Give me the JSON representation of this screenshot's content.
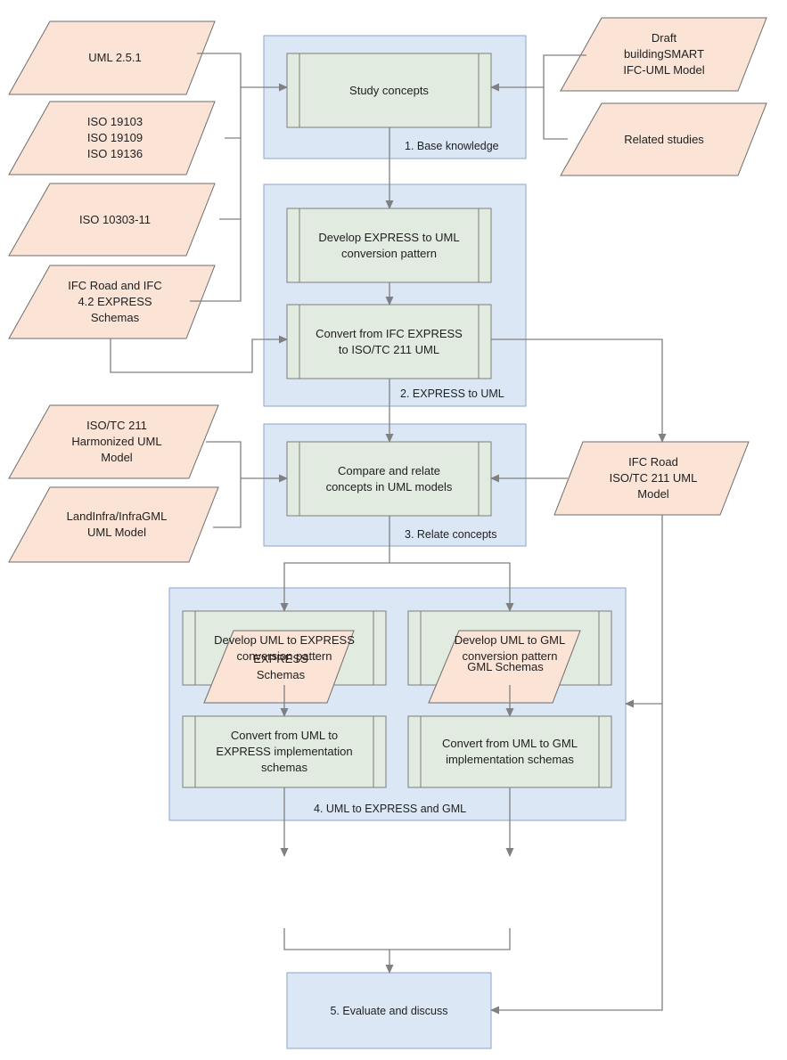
{
  "colors": {
    "input_fill": "#fbe3d6",
    "input_stroke": "#6e6e6e",
    "stage_fill": "#dbe7f5",
    "stage_stroke": "#8ea6c7",
    "process_fill": "#e2ebe0",
    "process_stroke": "#7e7e7e",
    "arrow": "#808080"
  },
  "inputs": {
    "uml": "UML 2.5.1",
    "iso_19103": "ISO 19103\nISO 19109\nISO 19136",
    "iso_10303": "ISO 10303-11",
    "ifc_express": "IFC Road and IFC\n4.2 EXPRESS\nSchemas",
    "draft_ifc_uml": "Draft\nbuildingSMART\nIFC-UML Model",
    "related_studies": "Related studies",
    "iso_tc211_harmonized": "ISO/TC 211\nHarmonized UML\nModel",
    "landinfra": "LandInfra/InfraGML\nUML Model",
    "ifc_road_uml": "IFC Road\nISO/TC 211 UML\nModel",
    "express_schemas": "EXPRESS\nSchemas",
    "gml_schemas": "GML Schemas"
  },
  "stages": {
    "base_knowledge": "1. Base knowledge",
    "express_to_uml": "2. EXPRESS to UML",
    "relate_concepts": "3. Relate concepts",
    "uml_to_express_gml": "4. UML to EXPRESS and GML",
    "evaluate": "5. Evaluate and discuss"
  },
  "processes": {
    "study_concepts": "Study concepts",
    "develop_express_uml": "Develop EXPRESS to UML\nconversion pattern",
    "convert_ifc_express": "Convert from IFC EXPRESS\nto ISO/TC 211 UML",
    "compare_relate": "Compare and relate\nconcepts in UML models",
    "develop_uml_express": "Develop UML to EXPRESS\nconversion pattern",
    "develop_uml_gml": "Develop UML to GML\nconversion pattern",
    "convert_uml_express": "Convert from UML to\nEXPRESS implementation\nschemas",
    "convert_uml_gml": "Convert from UML to GML\nimplementation schemas"
  }
}
